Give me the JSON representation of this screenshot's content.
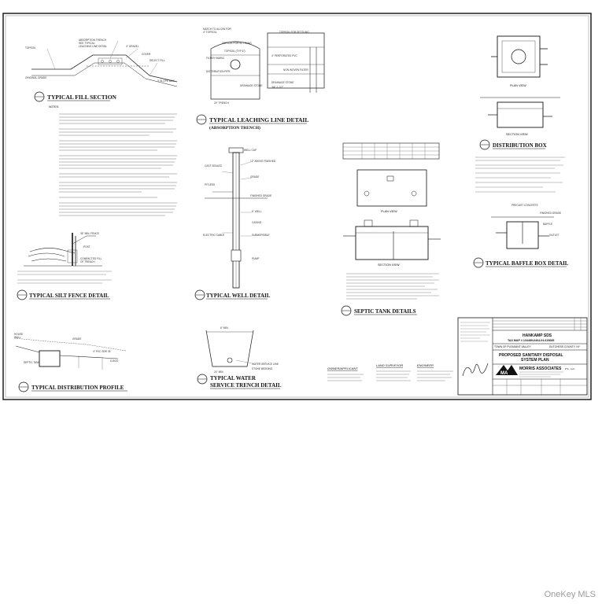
{
  "details": {
    "fill_section": "TYPICAL FILL SECTION",
    "leaching_line": "TYPICAL LEACHING LINE DETAIL",
    "leaching_sub": "(ABSORPTION TRENCH)",
    "distribution_box": "DISTRIBUTION BOX",
    "silt_fence": "TYPICAL SILT FENCE DETAIL",
    "well": "TYPICAL WELL DETAIL",
    "septic_tank": "SEPTIC TANK DETAILS",
    "baffle_box": "TYPICAL BAFFLE BOX DETAIL",
    "distribution_profile": "TYPICAL DISTRIBUTION PROFILE",
    "water_service_1": "TYPICAL WATER",
    "water_service_2": "SERVICE TRENCH DETAIL",
    "notes_label": "NOTES:",
    "plan_view": "PLAN VIEW",
    "section_view": "SECTION VIEW"
  },
  "contacts": {
    "owner_label": "OWNER/APPLICANT",
    "surveyor_label": "LAND SURVEYOR",
    "engineer_label": "ENGINEER"
  },
  "title_block": {
    "project": "HANKAMP SDS",
    "tax_map": "TAX MAP # 134489-6464-04-615685",
    "town": "TOWN OF PLEASANT VALLEY",
    "county": "DUTCHESS COUNTY, NY",
    "plan_title_1": "PROPOSED SANITARY DISPOSAL",
    "plan_title_2": "SYSTEM PLAN",
    "firm_logo": "MA",
    "firm": "MORRIS ASSOCIATES",
    "firm_suffix": "P.S., LLC"
  },
  "watermark": "OneKey MLS"
}
